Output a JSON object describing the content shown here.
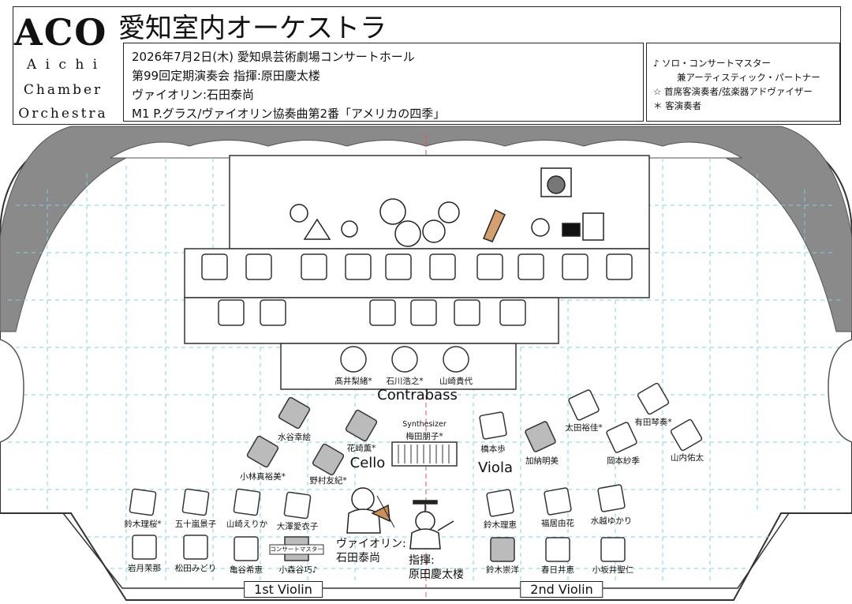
{
  "logo": {
    "aco": "ACO",
    "line1": "A i c h i",
    "line2": "Chamber",
    "line3": "Orchestra"
  },
  "title": "愛知室内オーケストラ",
  "info": {
    "line1": "2026年7月2日(木)  愛知県芸術劇場コンサートホール",
    "line2": "第99回定期演奏会  指揮:原田慶太楼",
    "line3": "ヴァイオリン:石田泰尚",
    "line4": "M1 P.グラス/ヴァイオリン協奏曲第2番「アメリカの四季」"
  },
  "legend": {
    "l1": "♪  ソロ・コンサートマスター",
    "l2": "兼アーティスティック・パートナー",
    "l3": "☆  首席客演奏者/弦楽器アドヴァイザー",
    "l4": "＊  客演奏者"
  },
  "sections": {
    "contrabass": "Contrabass",
    "cello": "Cello",
    "viola": "Viola",
    "violin1": "1st Violin",
    "violin2": "2nd Violin",
    "synth": "Synthesizer"
  },
  "soloist": {
    "role": "ヴァイオリン:",
    "name": "石田泰尚"
  },
  "conductor": {
    "role": "指揮:",
    "name": "原田慶太楼"
  },
  "concertmaster_tag": "コンサートマスター",
  "players": {
    "cb1": "髙井梨緒*",
    "cb2": "石川浩之*",
    "cb3": "山崎貴代",
    "vc1": "水谷幸絵",
    "vc2": "花崎薫*",
    "vc3": "小林真裕美*",
    "vc4": "野村友紀*",
    "syn": "梅田朋子*",
    "va1": "橋本歩",
    "va2": "加納明美",
    "va3": "太田裕佳*",
    "va4": "有田琴奏*",
    "va5": "岡本紗季",
    "va6": "山内佑太",
    "v1a": "鈴木理桜*",
    "v1b": "五十嵐景子",
    "v1c": "山崎えりか",
    "v1d": "大澤愛衣子",
    "v1e": "岩月茉那",
    "v1f": "松田みどり",
    "v1g": "亀谷希恵",
    "v1h": "小森谷巧♪",
    "v2a": "鈴木理恵",
    "v2b": "福居由花",
    "v2c": "水越ゆかり",
    "v2d": "鈴木崇洋",
    "v2e": "春日井恵",
    "v2f": "小坂井聖仁"
  }
}
